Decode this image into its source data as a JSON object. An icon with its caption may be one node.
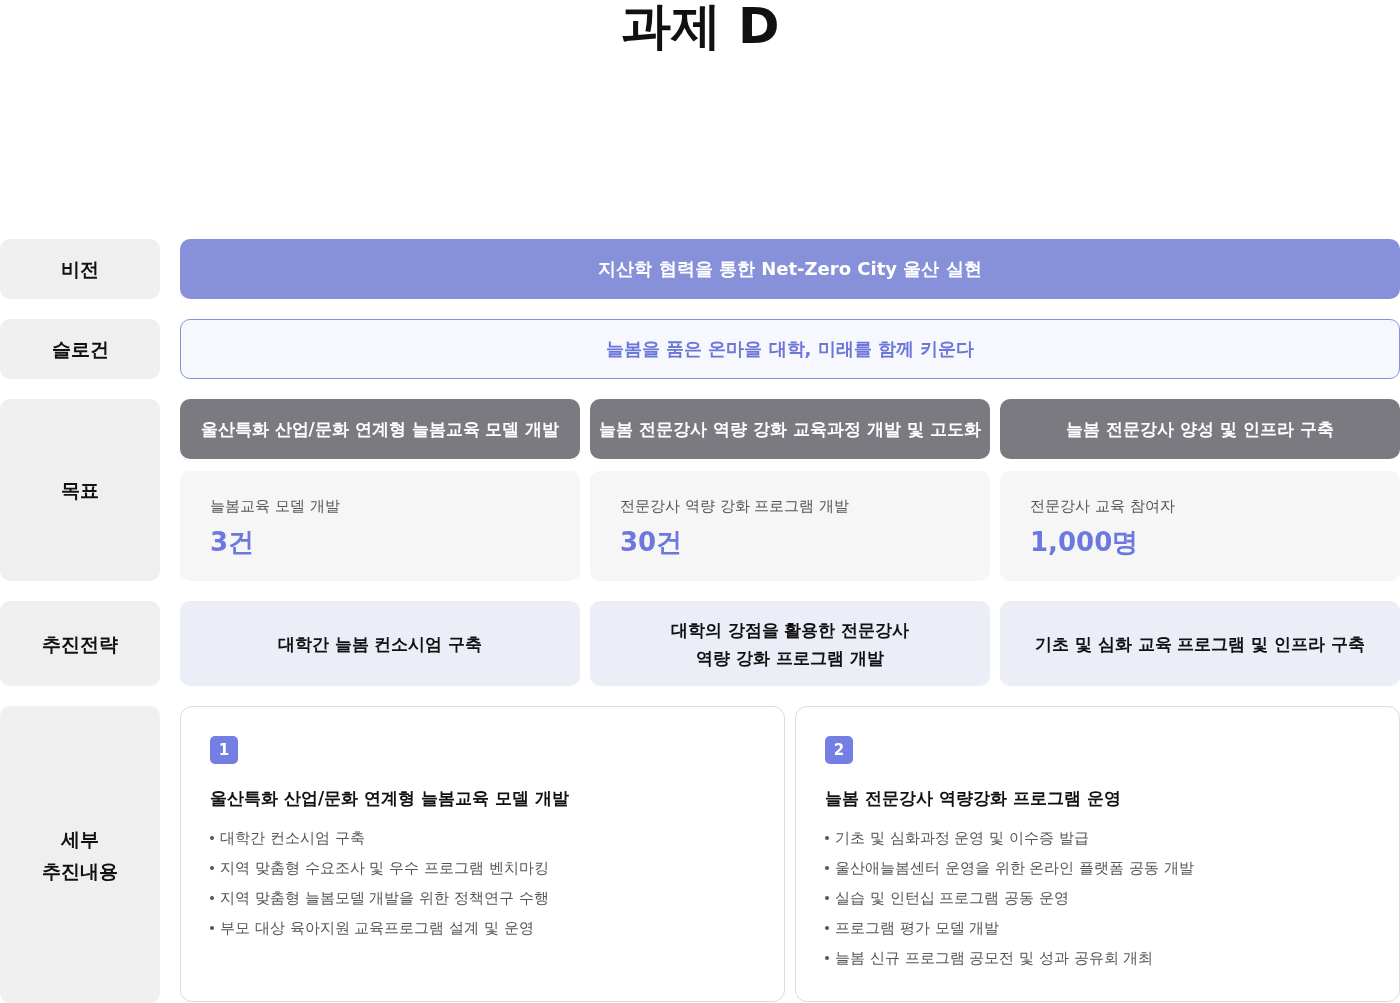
{
  "diagram": {
    "title": "과제 D",
    "nodes": [
      {
        "text": [
          "비전"
        ]
      },
      {
        "text": [
          "지산학 협력을 통한 Net-Zero City 울산 실현"
        ]
      },
      {
        "text": [
          "슬로건"
        ]
      },
      {
        "text": [
          "늘봄을 품은 온마을 대학, 미래를 함께 키운다"
        ]
      },
      {
        "text": [
          "목표"
        ]
      },
      {
        "text": [
          "울산특화 산업/문화 연계형 늘봄교육 모델 개발"
        ]
      },
      {
        "text": [
          "늘봄 전문강사 역량 강화 교육과정 개발 및 고도화"
        ]
      },
      {
        "text": [
          "늘봄 전문강사 양성 및 인프라 구축"
        ]
      },
      {
        "text": [
          "늘봄교육 모델 개발",
          "3건"
        ]
      },
      {
        "text": [
          "전문강사 역량 강화 프로그램 개발",
          "30건"
        ]
      },
      {
        "text": [
          "전문강사 교육 참여자",
          "1,000명"
        ]
      },
      {
        "text": [
          "추진전략"
        ]
      },
      {
        "text": [
          "대학간 늘봄 컨소시엄 구축"
        ]
      },
      {
        "text": [
          "대학의 강점을 활용한 전문강사 역량 강화 프로그램 개발"
        ]
      },
      {
        "text": [
          "기초 및 심화 교육 프로그램 및 인프라 구축"
        ]
      },
      {
        "text": [
          "세부 추진내용"
        ]
      },
      {
        "text": [
          "울산특화 산업/문화 연계형 늘봄교육 모델 개발",
          "대학간 컨소시엄 구축",
          "지역 맞춤형 수요조사 및 우수 프로그램 벤치마킹",
          "지역 맞춤형 늘봄모델 개발을 위한 정책연구 수행",
          "부모 대상 육아지원 교육프로그램 설계 및 운영"
        ]
      },
      {
        "text": [
          "1"
        ],
        "in": 16
      },
      {
        "text": [
          "늘봄 전문강사 역량강화 프로그램 운영",
          "기초 및 심화과정 운영 및 이수증 발급",
          "울산애늘봄센터 운영을 위한 온라인 플랫폼 공동 개발",
          "실습 및 인턴십 프로그램 공동 운영",
          "프로그램 평가 모델 개발",
          "늘봄 신규 프로그램 공모전 및 성과 공유회 개최"
        ]
      },
      {
        "text": [
          "2"
        ],
        "in": 18
      }
    ]
  }
}
